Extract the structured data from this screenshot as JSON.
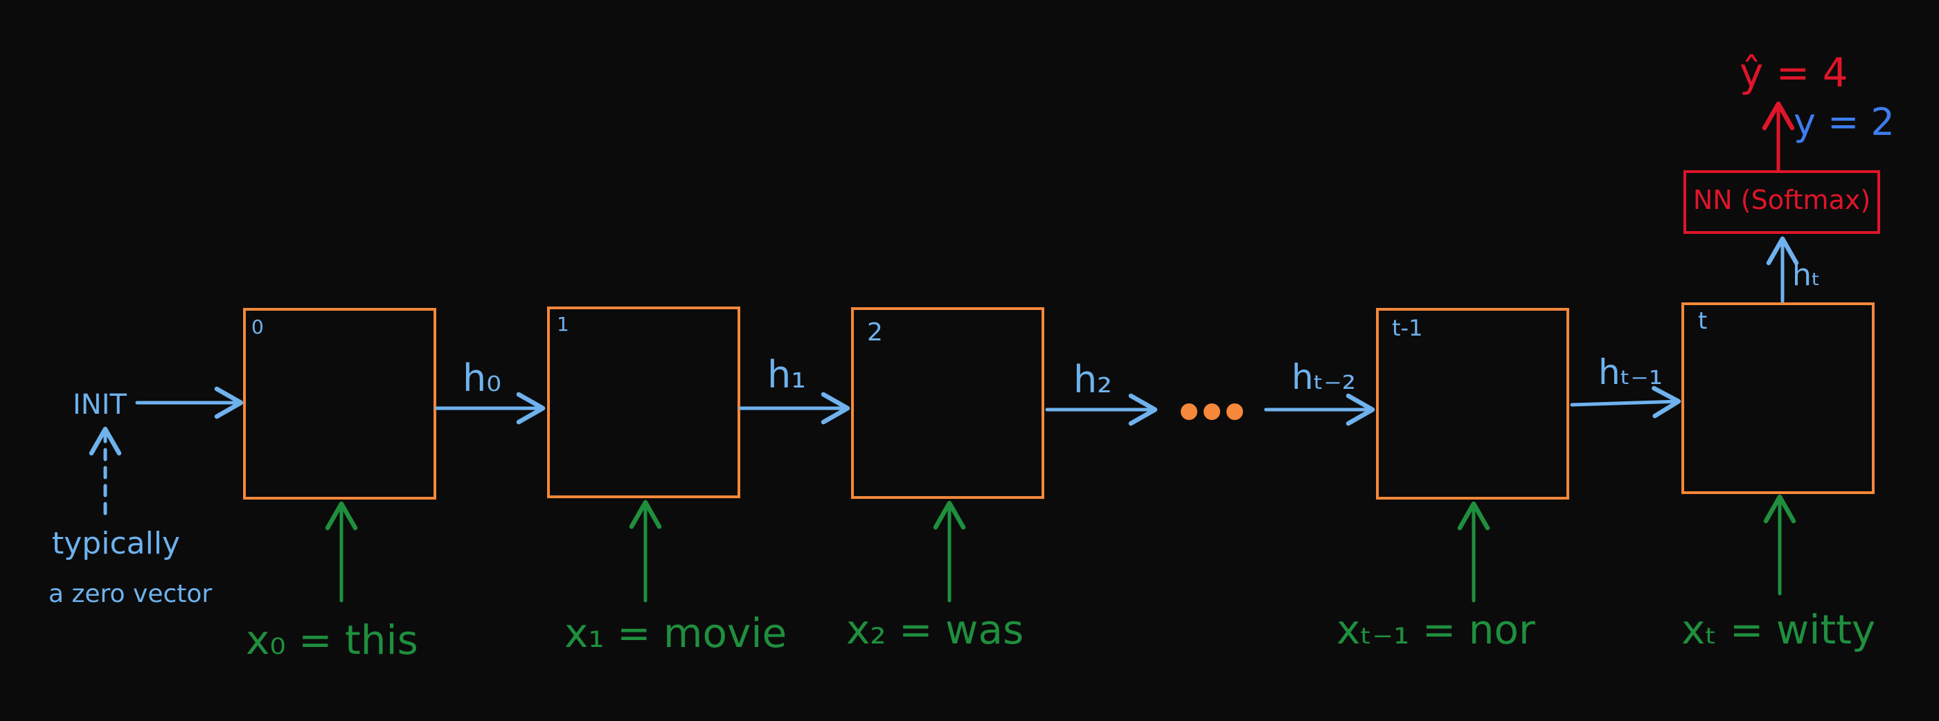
{
  "colors": {
    "background": "#0b0b0b",
    "cell_border": "#f5883a",
    "hidden": "#6fb2ee",
    "input": "#1f8f3e",
    "output": "#e0152a",
    "target": "#3d7df0",
    "ellipsis": "#f5883a"
  },
  "init": {
    "label": "INIT",
    "note_line1": "typically",
    "note_line2": "a zero vector"
  },
  "cells": [
    {
      "index_label": "0",
      "input_label": "x₀ = this"
    },
    {
      "index_label": "1",
      "input_label": "x₁ = movie"
    },
    {
      "index_label": "2",
      "input_label": "x₂ = was"
    },
    {
      "index_label": "t-1",
      "input_label": "xₜ₋₁ = nor"
    },
    {
      "index_label": "t",
      "input_label": "xₜ = witty"
    }
  ],
  "hidden_states": [
    "h₀",
    "h₁",
    "h₂",
    "hₜ₋₂",
    "hₜ₋₁"
  ],
  "final_hidden": "hₜ",
  "output_layer": {
    "label": "NN (Softmax)"
  },
  "prediction": "ŷ = 4",
  "target": "y = 2"
}
